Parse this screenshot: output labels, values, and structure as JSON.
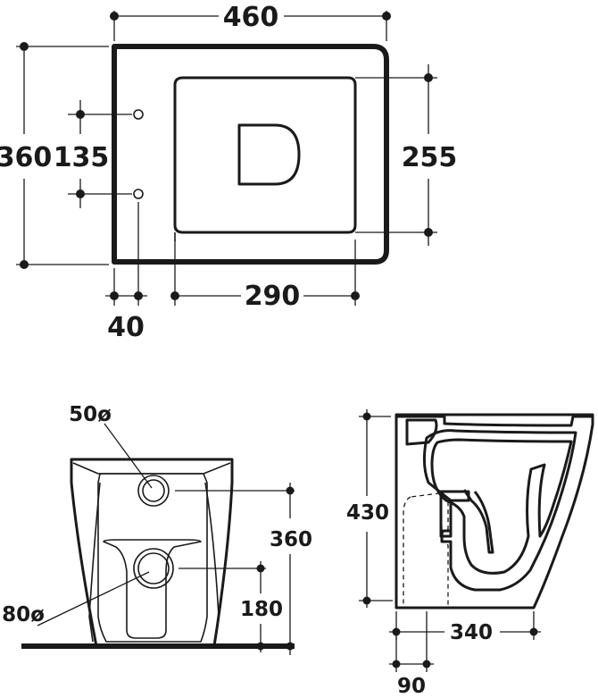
{
  "top_view": {
    "width_dim": "460",
    "depth_dim": "360",
    "fixing_spacing_dim": "135",
    "seat_depth_dim": "255",
    "fixing_offset_dim": "40",
    "seat_width_dim": "290"
  },
  "front_view": {
    "top_outlet_dia": "50ø",
    "bottom_outlet_dia": "80ø",
    "top_outlet_height": "360",
    "bottom_outlet_height": "180"
  },
  "side_view": {
    "height_dim": "430",
    "depth_dim": "340",
    "outlet_offset_dim": "90"
  }
}
